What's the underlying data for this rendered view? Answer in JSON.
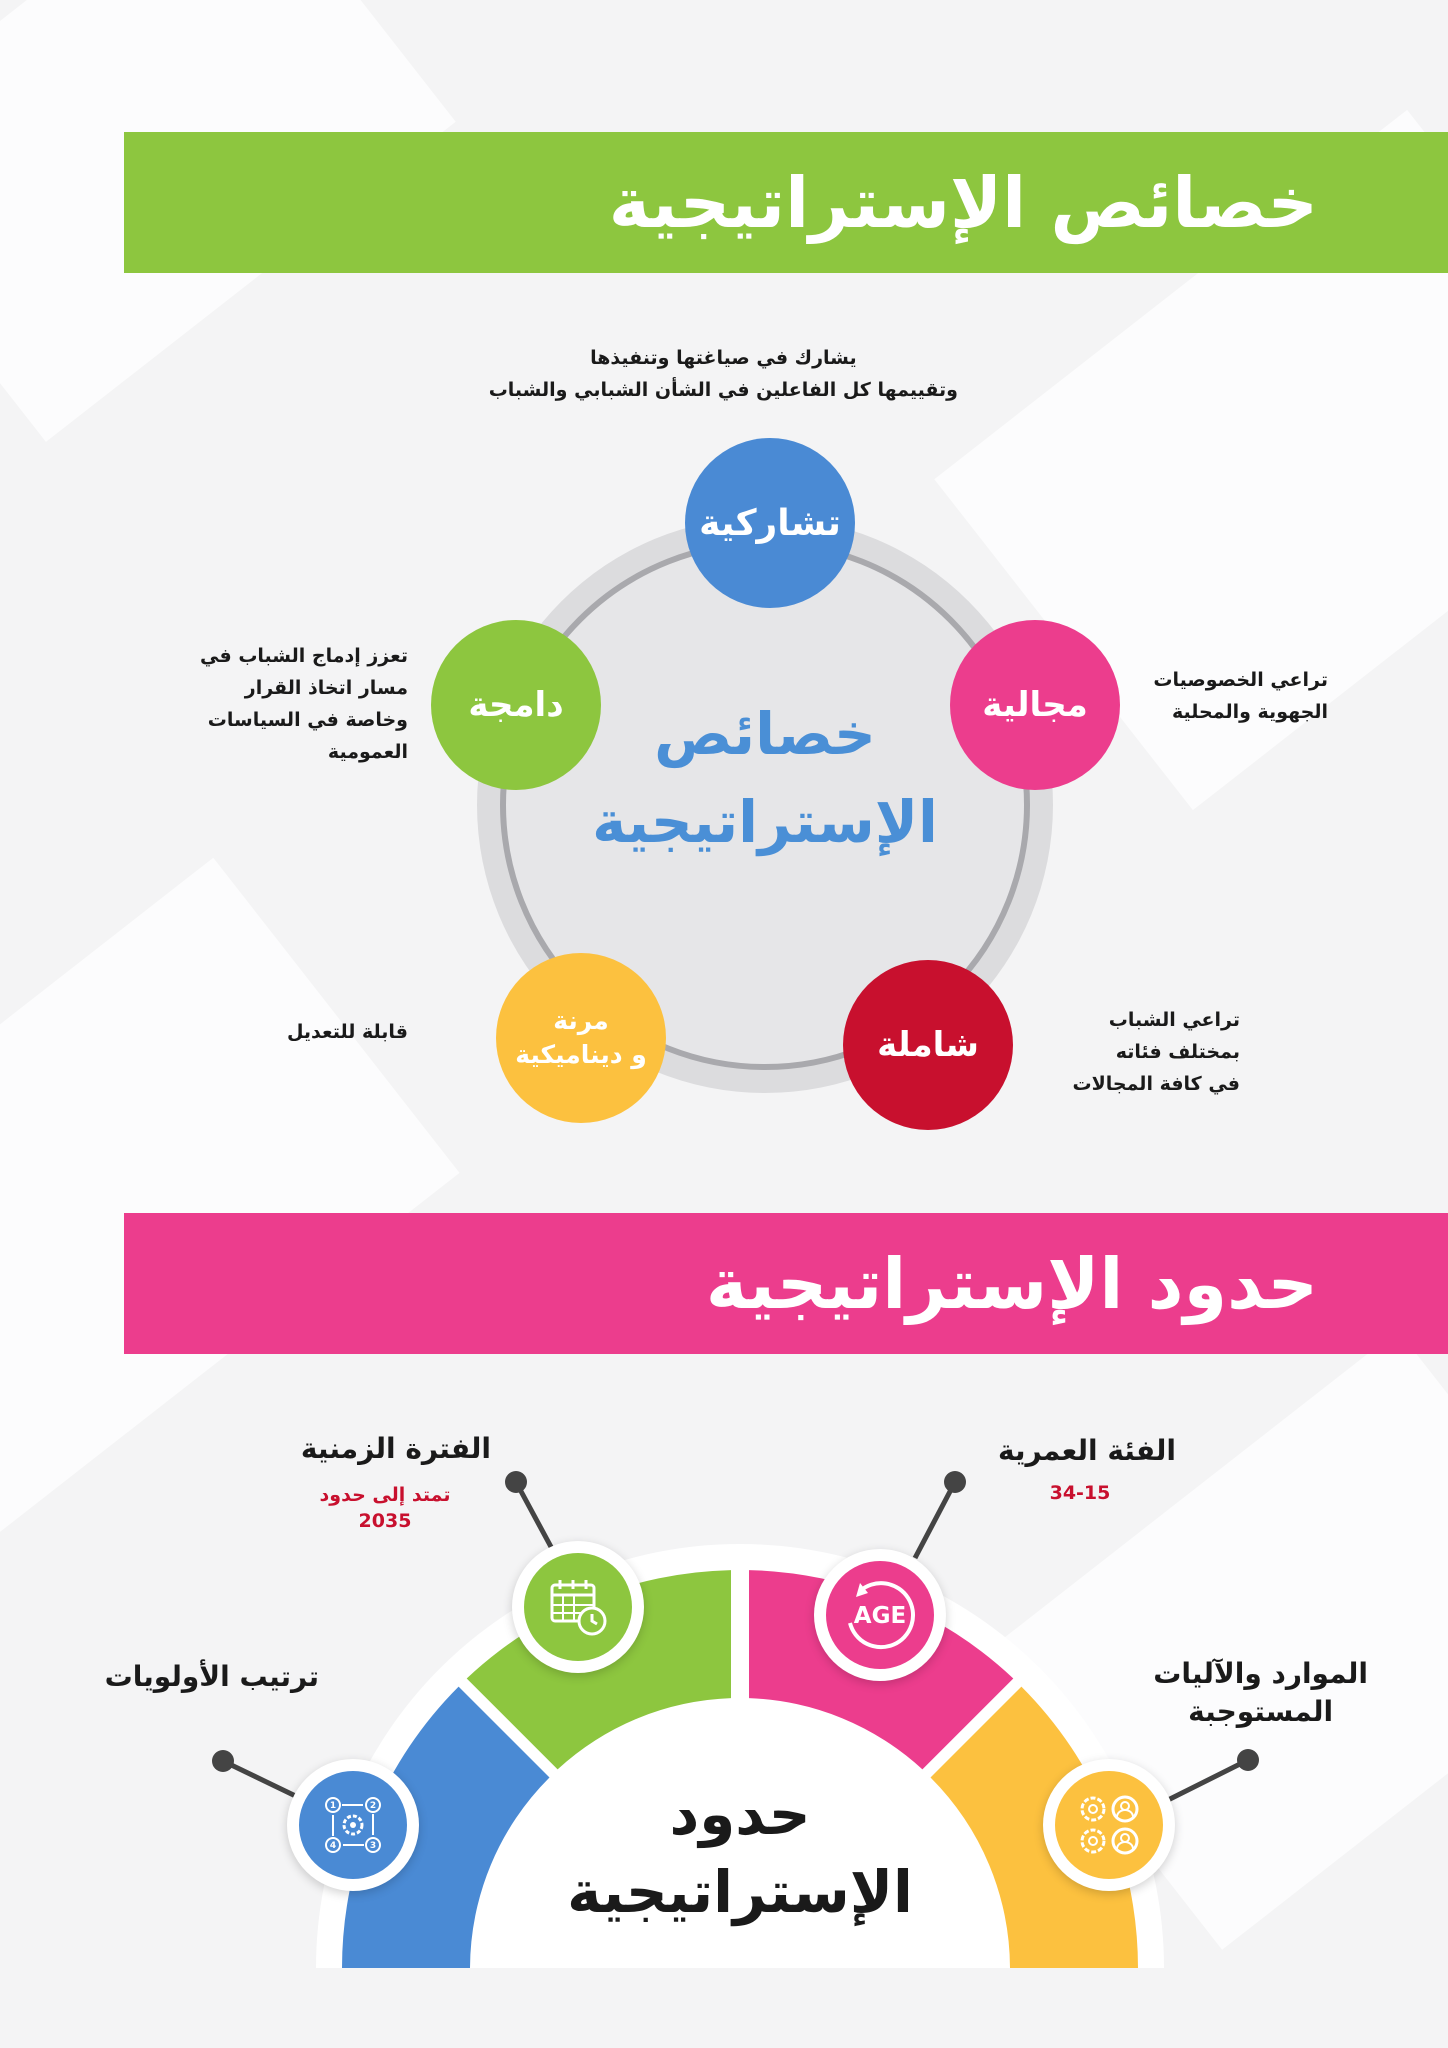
{
  "section1": {
    "banner_title": "خصائص الإستراتيجية",
    "banner_color": "#8dc63f",
    "center_title": [
      "خصائص",
      "الإستراتيجية"
    ],
    "center_color": "#4a8fd6",
    "nodes": {
      "participatory": {
        "label": "تشاركية",
        "color": "#4a8ad4",
        "desc": [
          "يشارك في صياغتها وتنفيذها",
          "وتقييمها كل الفاعلين في الشأن الشبابي والشباب"
        ]
      },
      "territorial": {
        "label": "مجالية",
        "color": "#ec3d8d",
        "desc": [
          "تراعي الخصوصيات",
          "الجهوية والمحلية"
        ]
      },
      "comprehensive": {
        "label": "شاملة",
        "color": "#c8102e",
        "desc": [
          "تراعي الشباب",
          "بمختلف فئاته",
          "في كافة المجالات"
        ]
      },
      "flexible": {
        "label": [
          "مرنة",
          "و ديناميكية"
        ],
        "color": "#fcc13f",
        "desc": [
          "قابلة للتعديل"
        ]
      },
      "inclusive": {
        "label": "دامجة",
        "color": "#8dc63f",
        "desc": [
          "تعزز إدماج الشباب في",
          "مسار اتخاذ القرار",
          "وخاصة في السياسات",
          "العمومية"
        ]
      }
    }
  },
  "section2": {
    "banner_title": "حدود الإستراتيجية",
    "banner_color": "#ec3d8d",
    "center_title": [
      "حدود",
      "الإستراتيجية"
    ],
    "items": {
      "time_period": {
        "title": "الفترة الزمنية",
        "detail": [
          "تمتد إلى حدود",
          "2035"
        ],
        "icon": "calendar-clock-icon",
        "color": "#8dc63f"
      },
      "age_group": {
        "title": "الفئة العمرية",
        "detail": [
          "34-15"
        ],
        "icon": "age-icon",
        "icon_text": "AGE",
        "color": "#ec3d8d"
      },
      "priorities": {
        "title": "ترتيب الأولويات",
        "icon": "priority-steps-icon",
        "color": "#4a8ad4"
      },
      "resources": {
        "title": [
          "الموارد والآليات",
          "المستوجبة"
        ],
        "icon": "resources-gears-icon",
        "color": "#fcc13f"
      }
    }
  }
}
